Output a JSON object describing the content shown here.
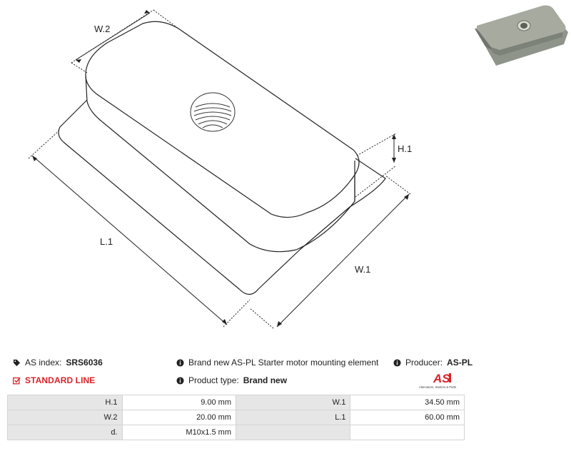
{
  "drawing": {
    "dim_w2": "W.2",
    "dim_h1": "H.1",
    "dim_l1": "L.1",
    "dim_w1": "W.1"
  },
  "info": {
    "index_label": "AS index:",
    "index_value": "SRS6036",
    "description": "Brand new AS-PL Starter motor mounting element",
    "producer_label": "Producer:",
    "producer_value": "AS-PL",
    "line_badge": "STANDARD LINE",
    "type_label": "Product type:",
    "type_value": "Brand new"
  },
  "logo": {
    "mark": "AS",
    "tagline": "Alternators, Starters & Parts",
    "color": "#d8232a"
  },
  "specs": {
    "rows": [
      [
        {
          "label": "H.1",
          "value": "9.00 mm"
        },
        {
          "label": "W.1",
          "value": "34.50 mm"
        }
      ],
      [
        {
          "label": "W.2",
          "value": "20.00 mm"
        },
        {
          "label": "L.1",
          "value": "60.00 mm"
        }
      ],
      [
        {
          "label": "d.",
          "value": "M10x1.5 mm"
        },
        {
          "label": "",
          "value": ""
        }
      ]
    ]
  }
}
